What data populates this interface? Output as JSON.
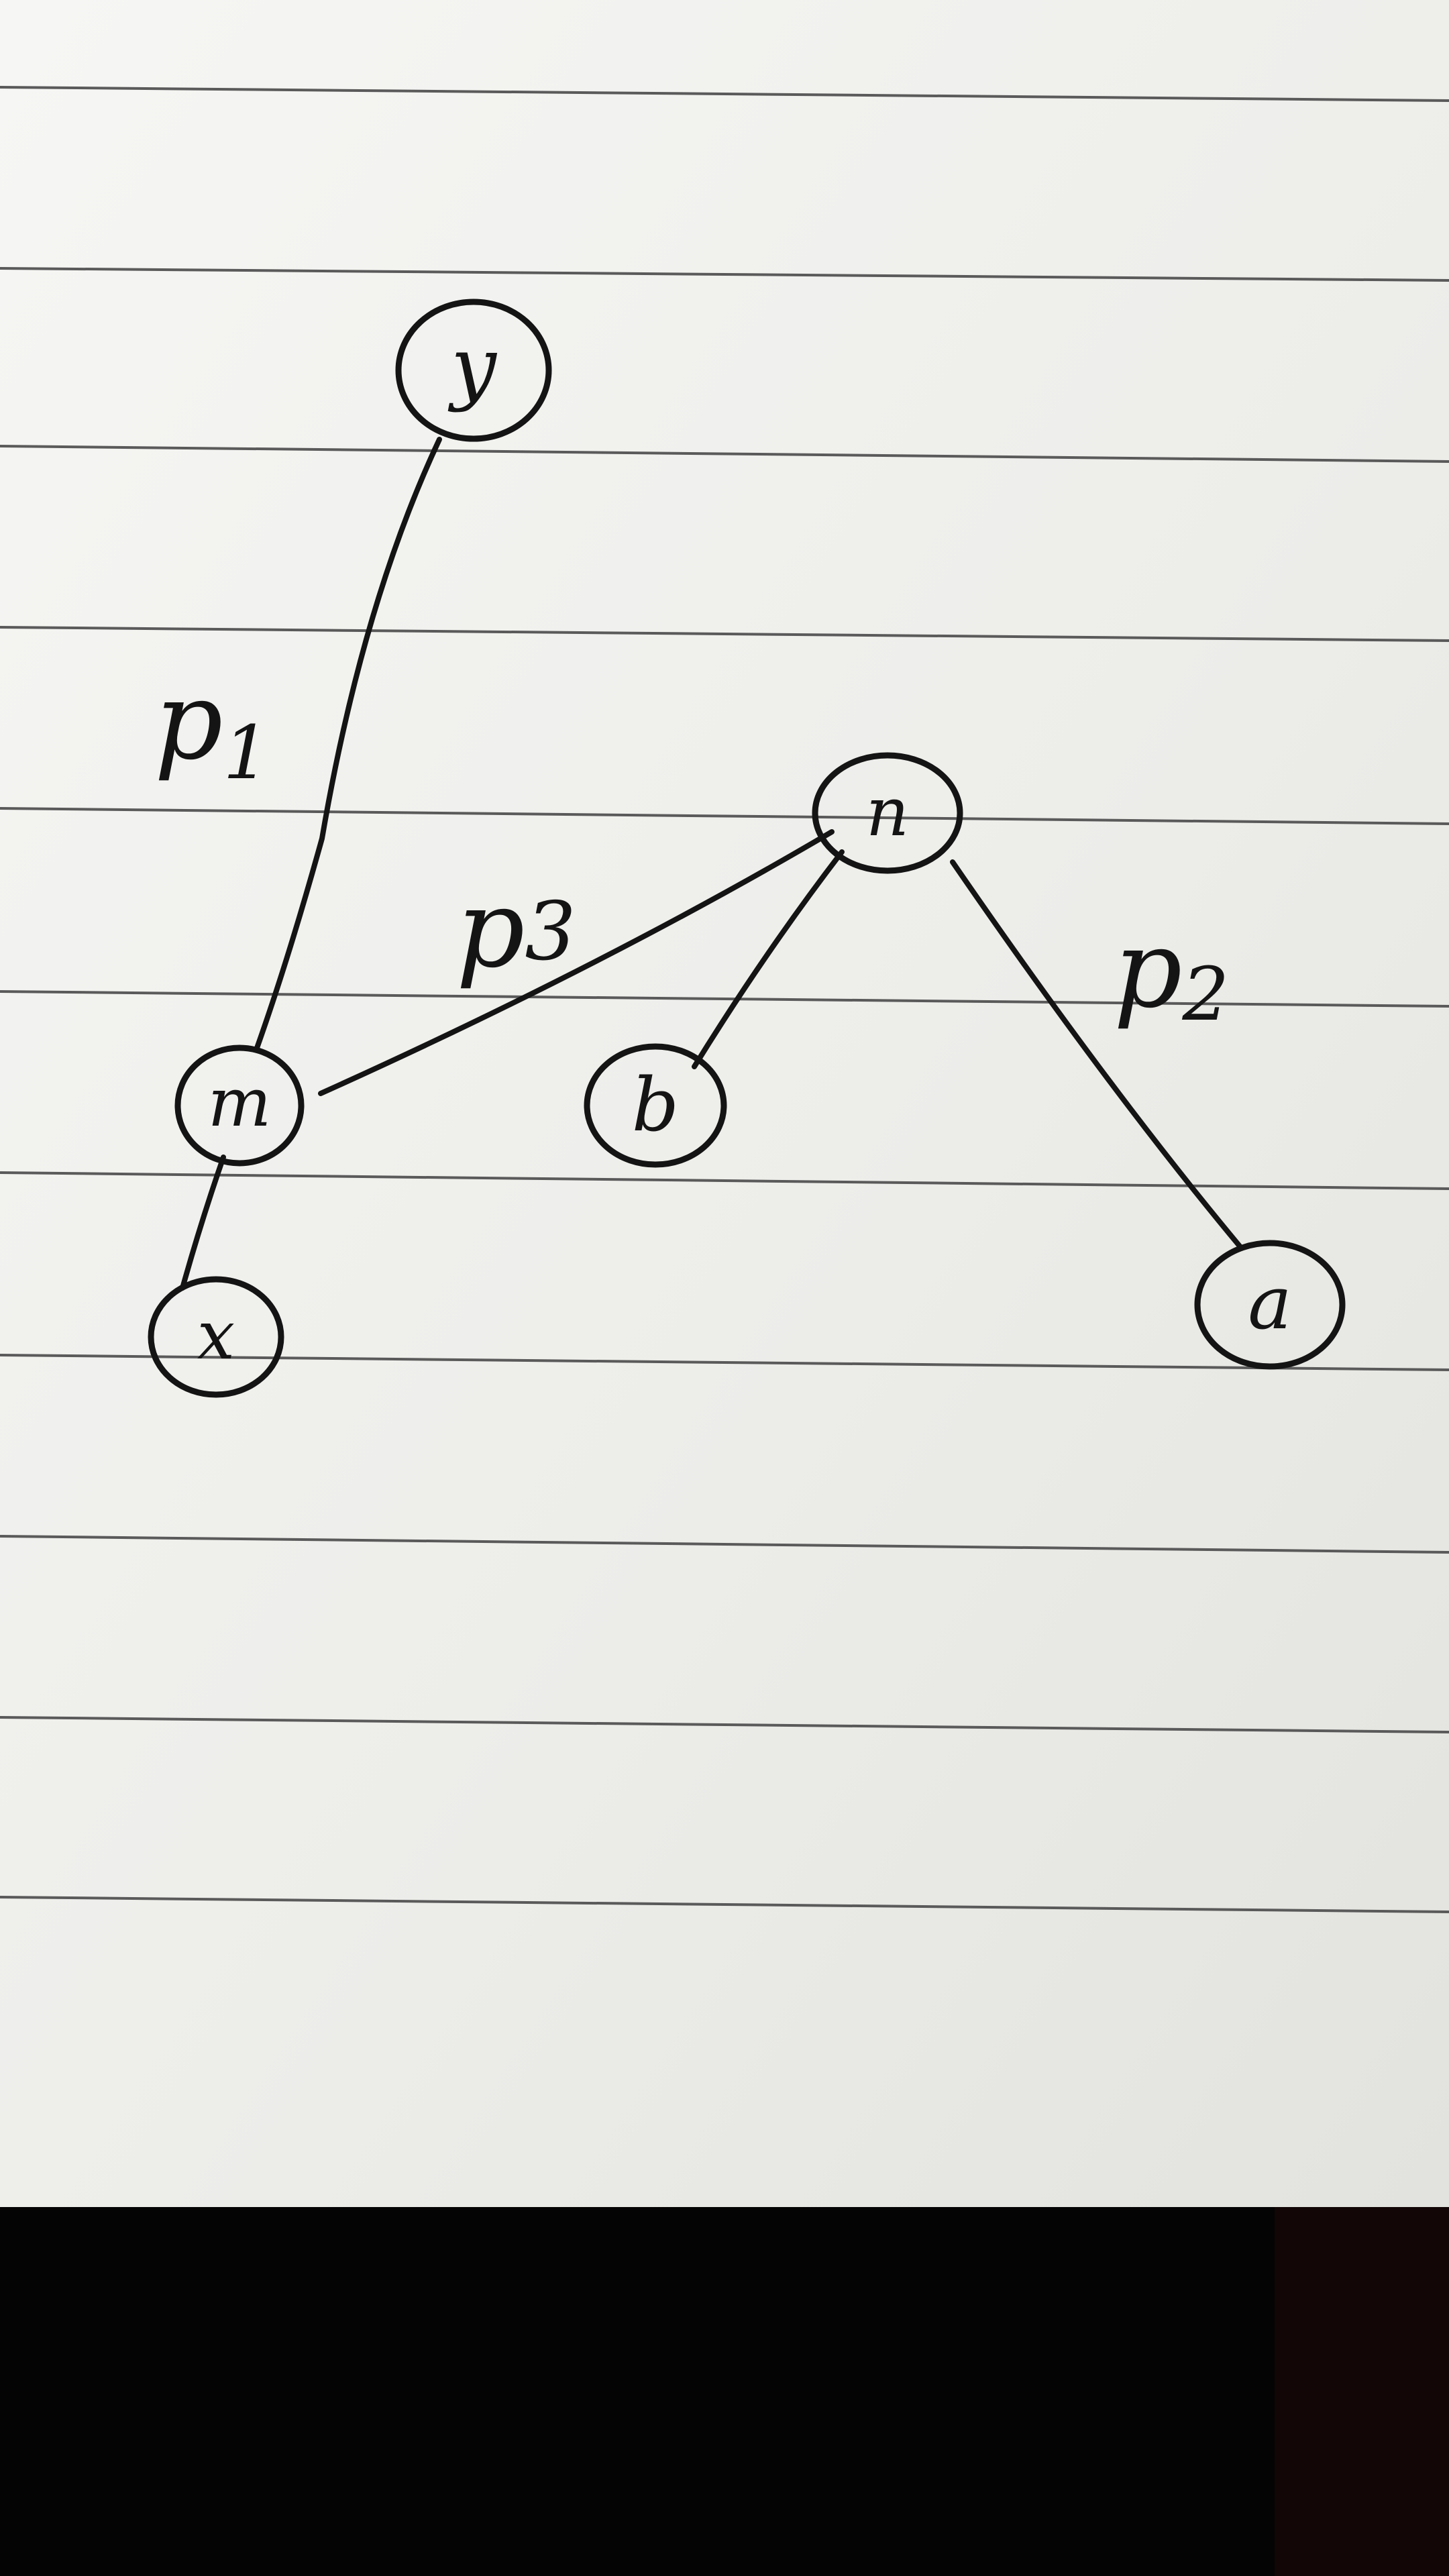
{
  "diagram": {
    "nodes": [
      {
        "id": "y",
        "label": "y"
      },
      {
        "id": "m",
        "label": "m"
      },
      {
        "id": "x",
        "label": "x"
      },
      {
        "id": "n",
        "label": "n"
      },
      {
        "id": "b",
        "label": "b"
      },
      {
        "id": "a",
        "label": "a"
      }
    ],
    "edges": [
      {
        "from": "y",
        "to": "m",
        "label": "p1"
      },
      {
        "from": "m",
        "to": "x",
        "label": ""
      },
      {
        "from": "m",
        "to": "n",
        "label": "p3"
      },
      {
        "from": "n",
        "to": "b",
        "label": ""
      },
      {
        "from": "n",
        "to": "a",
        "label": "p2"
      }
    ],
    "edge_labels": {
      "p1": {
        "letter": "p",
        "sub": "1"
      },
      "p2": {
        "letter": "p",
        "sub": "2"
      },
      "p3": {
        "letter": "p",
        "sub": "3"
      }
    }
  },
  "colors": {
    "paper": "#f1f1ee",
    "ruled_line": "#5a5a5a",
    "ink": "#141414",
    "background": "#050404"
  }
}
